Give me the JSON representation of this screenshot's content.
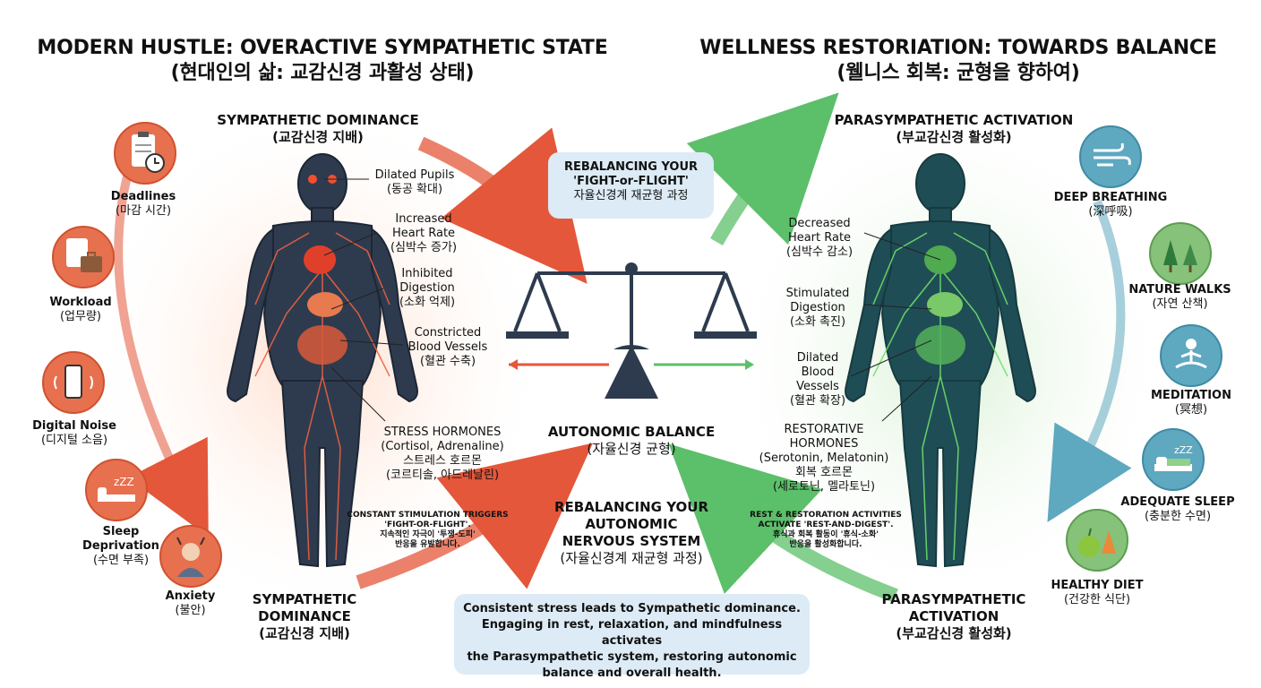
{
  "left": {
    "title": "MODERN HUSTLE: OVERACTIVE SYMPATHETIC STATE",
    "title_ko": "(현대인의 삶: 교감신경 과활성 상태)",
    "dominance_top": "SYMPATHETIC DOMINANCE",
    "dominance_top_ko": "(교감신경 지배)",
    "stressors": [
      {
        "label": "Deadlines",
        "ko": "(마감 시간)",
        "icon": "clipboard-clock-icon"
      },
      {
        "label": "Workload",
        "ko": "(업무량)",
        "icon": "briefcase-icon"
      },
      {
        "label": "Digital Noise",
        "ko": "(디지털 소음)",
        "icon": "smartphone-icon"
      },
      {
        "label": "Sleep",
        "label2": "Deprivation",
        "ko": "(수면 부족)",
        "icon": "bed-zzz-icon"
      },
      {
        "label": "Anxiety",
        "ko": "(불안)",
        "icon": "anxious-person-icon"
      }
    ],
    "effects": [
      {
        "l1": "Dilated Pupils",
        "ko": "(동공 확대)"
      },
      {
        "l1": "Increased",
        "l2": "Heart Rate",
        "ko": "(심박수 증가)"
      },
      {
        "l1": "Inhibited",
        "l2": "Digestion",
        "ko": "(소화 억제)"
      },
      {
        "l1": "Constricted",
        "l2": "Blood Vessels",
        "ko": "(혈관 수축)"
      }
    ],
    "hormones": {
      "l1": "STRESS HORMONES",
      "l2": "(Cortisol, Adrenaline)",
      "ko1": "스트레스 호르몬",
      "ko2": "(코르티솔, 아드레날린)"
    },
    "note": {
      "l1": "CONSTANT STIMULATION TRIGGERS",
      "l2": "'FIGHT-OR-FLIGHT'.",
      "ko1": "지속적인 자극이 '투쟁-도피'",
      "ko2": "반응을 유발합니다."
    },
    "dominance_bottom": {
      "l1": "SYMPATHETIC",
      "l2": "DOMINANCE",
      "ko": "(교감신경 지배)"
    }
  },
  "center": {
    "top_box": {
      "l1": "REBALANCING YOUR",
      "l2": "'FIGHT-or-FLIGHT'",
      "ko": "자율신경계 재균형 과정"
    },
    "balance": {
      "l1": "AUTONOMIC BALANCE",
      "ko": "(자율신경 균형)"
    },
    "rebalancing": {
      "l1": "REBALANCING YOUR",
      "l2": "AUTONOMIC",
      "l3": "NERVOUS SYSTEM",
      "ko": "(자율신경계 재균형 과정)"
    },
    "summary": {
      "l1": "Consistent stress leads to Sympathetic dominance.",
      "l2": "Engaging in rest, relaxation, and mindfulness activates",
      "l3": "the Parasympathetic system, restoring autonomic",
      "l4": "balance and overall health."
    }
  },
  "right": {
    "title": "WELLNESS RESTORIATION: TOWARDS BALANCE",
    "title_ko": "(웰니스 회복: 균형을 향하여)",
    "activation_top": "PARASYMPATHETIC ACTIVATION",
    "activation_top_ko": "(부교감신경 활성화)",
    "practices": [
      {
        "label": "DEEP BREATHING",
        "ko": "(深呼吸)",
        "icon": "wind-icon"
      },
      {
        "label": "NATURE WALKS",
        "ko": "(자연 산책)",
        "icon": "trees-icon"
      },
      {
        "label": "MEDITATION",
        "ko": "(冥想)",
        "icon": "meditation-icon"
      },
      {
        "label": "ADEQUATE SLEEP",
        "ko": "(충분한 수면)",
        "icon": "sleep-bed-icon"
      },
      {
        "label": "HEALTHY DIET",
        "ko": "(건강한 식단)",
        "icon": "fruit-veg-icon"
      }
    ],
    "effects": [
      {
        "l1": "Decreased",
        "l2": "Heart Rate",
        "ko": "(심박수 감소)"
      },
      {
        "l1": "Stimulated",
        "l2": "Digestion",
        "ko": "(소화 촉진)"
      },
      {
        "l1": "Dilated",
        "l2": "Blood",
        "l3": "Vessels",
        "ko": "(혈관 확장)"
      }
    ],
    "hormones": {
      "l1": "RESTORATIVE",
      "l2": "HORMONES",
      "l3": "(Serotonin, Melatonin)",
      "ko1": "회복 호르몬",
      "ko2": "(세로토닌, 멜라토닌)"
    },
    "note": {
      "l1": "REST & RESTORATION ACTIVITIES",
      "l2": "ACTIVATE 'REST-AND-DIGEST'.",
      "ko1": "휴식과 회복 활동이 '휴식-소화'",
      "ko2": "반응을 활성화합니다."
    },
    "activation_bottom": {
      "l1": "PARASYMPATHETIC",
      "l2": "ACTIVATION",
      "ko": "(부교감신경 활성화)"
    }
  },
  "colors": {
    "sympathetic": "#e4573a",
    "parasympathetic": "#5cbf6a",
    "calm_blue": "#5ea8c0",
    "body_dark": "#2e3b4e"
  }
}
